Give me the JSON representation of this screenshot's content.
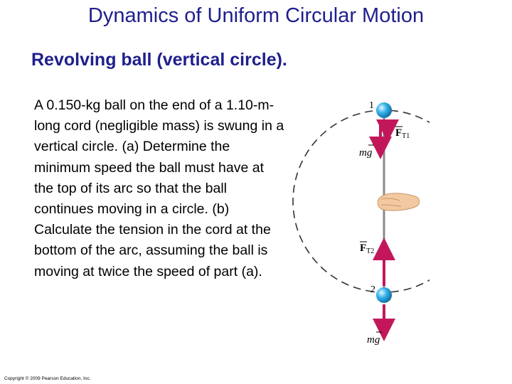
{
  "slide": {
    "title": "Dynamics of Uniform Circular Motion",
    "subtitle": "Revolving ball (vertical circle).",
    "problem_text": "A 0.150-kg ball on the end of a 1.10-m-long cord (negligible mass) is swung in a vertical circle. (a) Determine the minimum speed the ball must have at the top of its arc so that the ball continues moving in a circle. (b) Calculate the tension in the cord at the bottom of the arc, assuming the ball is moving at twice the speed of part (a).",
    "copyright": "Copyright © 2009 Pearson Education, Inc."
  },
  "figure": {
    "point_top": "1",
    "point_bottom": "2",
    "weight_symbol": "mg",
    "tension_top": "F",
    "tension_top_sub": "T1",
    "tension_bottom": "F",
    "tension_bottom_sub": "T2",
    "colors": {
      "circle": "#333333",
      "cord": "#8a8a8a",
      "ball": "#36b3ea",
      "arrow": "#c2185b",
      "hand": "#f2c9a0"
    }
  }
}
